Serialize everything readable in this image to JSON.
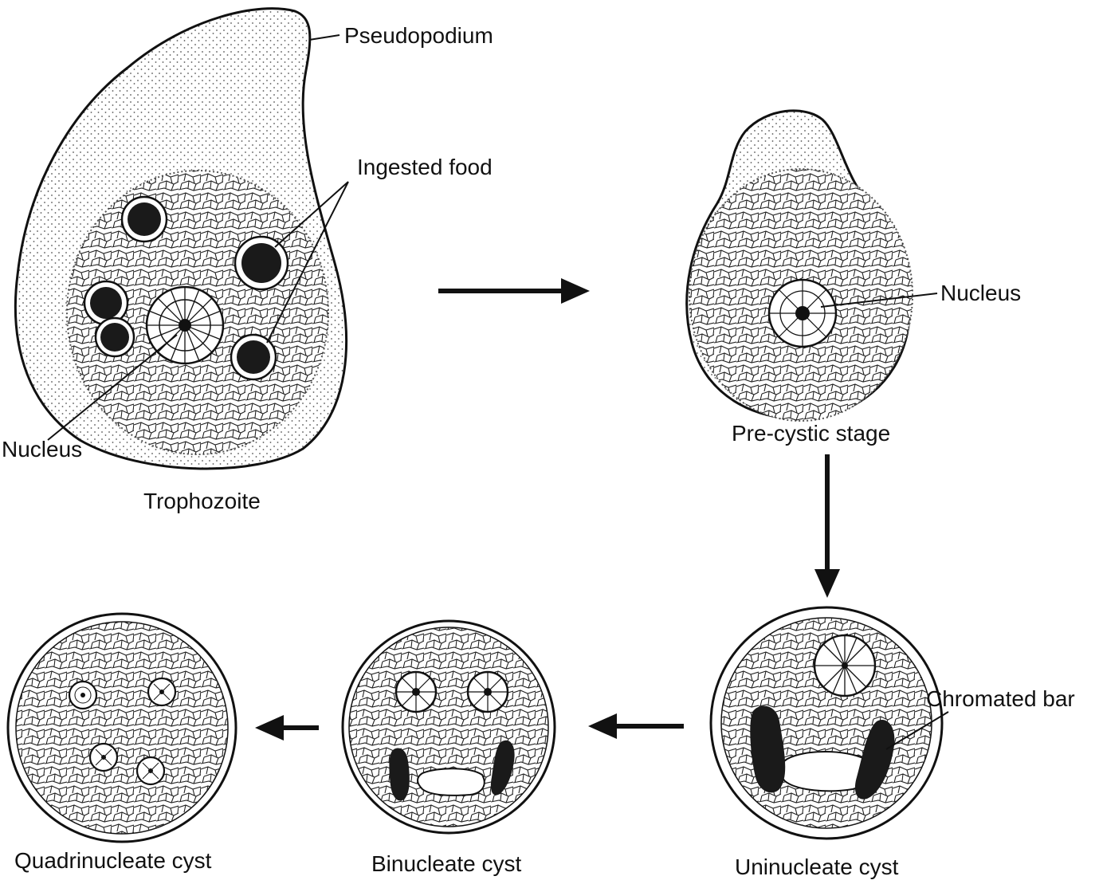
{
  "colors": {
    "ink": "#111111",
    "stipple": "#555555",
    "paper": "#ffffff"
  },
  "labels": {
    "pseudopodium": "Pseudopodium",
    "ingested_food": "Ingested food",
    "nucleus_trophozoite": "Nucleus",
    "nucleus_precystic": "Nucleus",
    "chromated_bar": "Chromated bar"
  },
  "stages": {
    "trophozoite": "Trophozoite",
    "precystic": "Pre-cystic stage",
    "uninucleate": "Uninucleate cyst",
    "binucleate": "Binucleate cyst",
    "quadrinucleate": "Quadrinucleate cyst"
  }
}
